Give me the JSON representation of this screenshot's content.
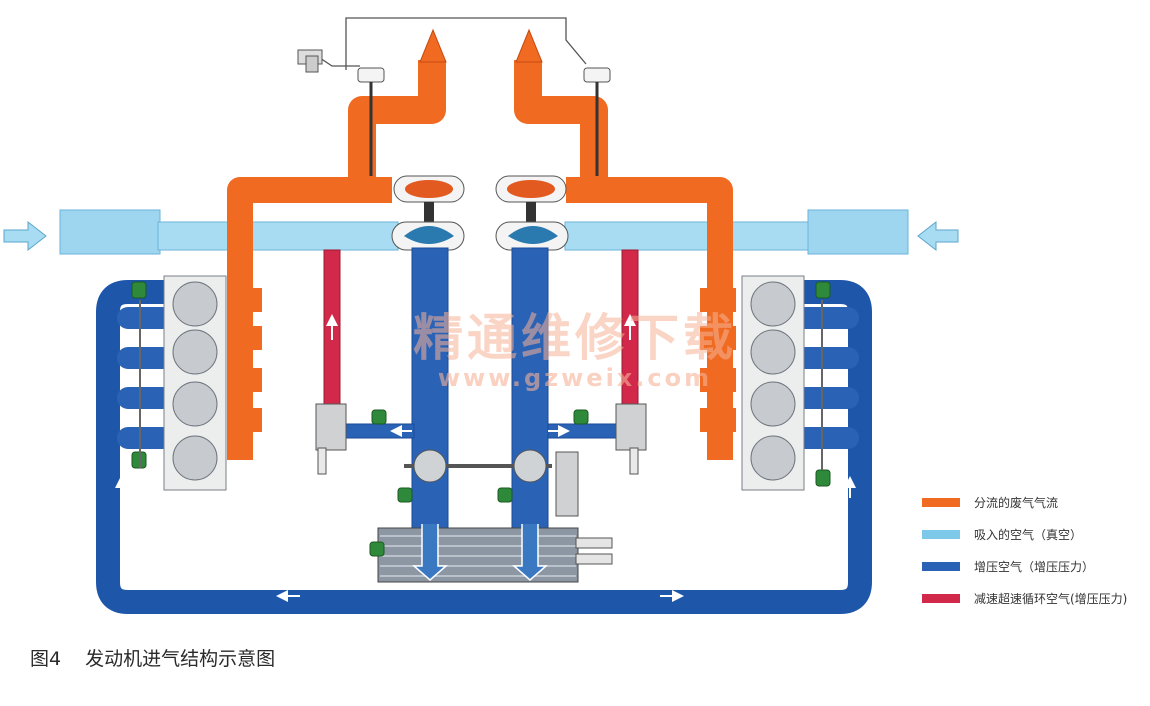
{
  "legend": [
    {
      "label": "分流的废气气流",
      "color": "#f06a22"
    },
    {
      "label": "吸入的空气（真空）",
      "color": "#7ec8ea"
    },
    {
      "label": "增压空气（增压压力）",
      "color": "#2a63b6"
    },
    {
      "label": "减速超速循环空气(增压压力)",
      "color": "#d2284a"
    }
  ],
  "caption": {
    "number": "图4",
    "title": "发动机进气结构示意图"
  },
  "watermark": {
    "text": "精通维修下载",
    "url": "www.gzweix.com"
  },
  "colors": {
    "exhaust": "#f06a22",
    "exhaust_dark": "#d24a12",
    "intake_air": "#a8dcf2",
    "boost_air": "#2a63b6",
    "boost_air_dark": "#1a4a96",
    "recirc_air": "#d2284a",
    "engine_block": "#eceded",
    "cylinder": "#c7cbd0",
    "valve_green": "#2e8a3a"
  }
}
